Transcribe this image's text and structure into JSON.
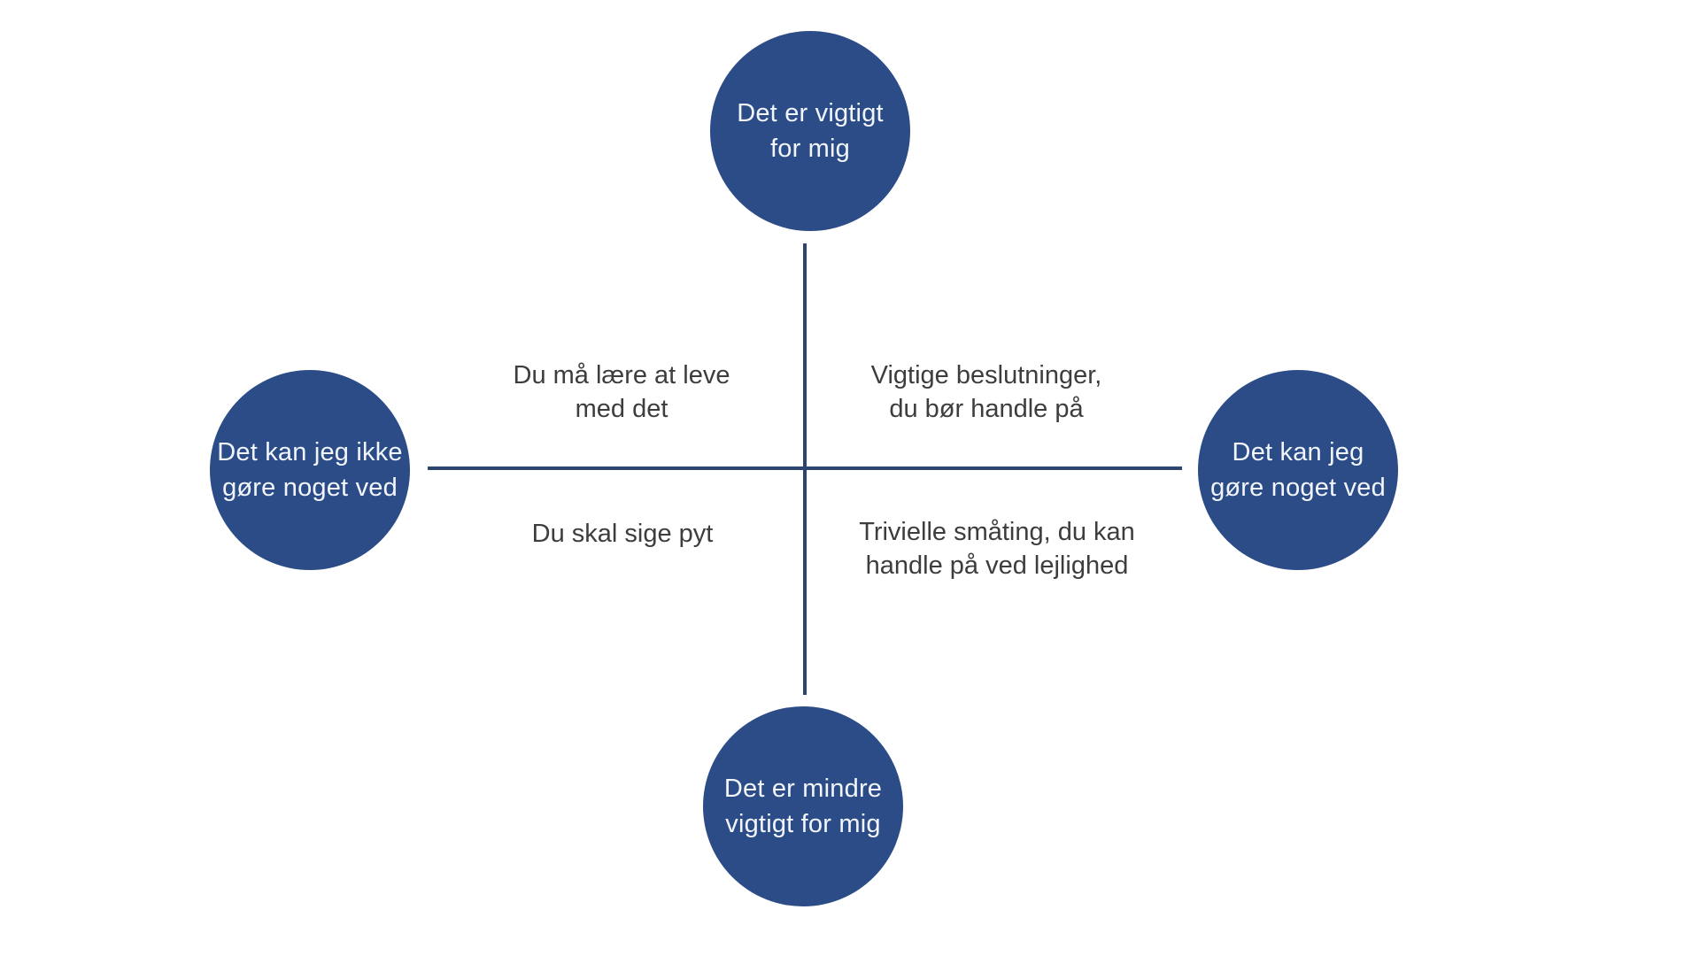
{
  "colors": {
    "bg": "#ffffff",
    "circle_fill": "#2B4C87",
    "circle_text": "#F2F6FC",
    "axis_line": "#2C4470",
    "quadrant_text": "#3D3D3D"
  },
  "diagram": {
    "type": "quadrant-matrix",
    "language": "da",
    "nodes": {
      "top": {
        "lines": [
          "Det er vigtigt",
          "for mig"
        ]
      },
      "bottom": {
        "lines": [
          "Det er mindre",
          "vigtigt for mig"
        ]
      },
      "left": {
        "lines": [
          "Det kan jeg ikke",
          "gøre noget ved"
        ]
      },
      "right": {
        "lines": [
          "Det kan jeg",
          "gøre noget ved"
        ]
      }
    },
    "quadrants": {
      "top_left": {
        "lines": [
          "Du må lære at leve",
          "med det"
        ]
      },
      "top_right": {
        "lines": [
          "Vigtige beslutninger,",
          "du bør handle på"
        ]
      },
      "bottom_left": {
        "lines": [
          "Du skal sige pyt"
        ]
      },
      "bottom_right": {
        "lines": [
          "Trivielle småting, du kan",
          "handle på ved lejlighed"
        ]
      }
    }
  }
}
